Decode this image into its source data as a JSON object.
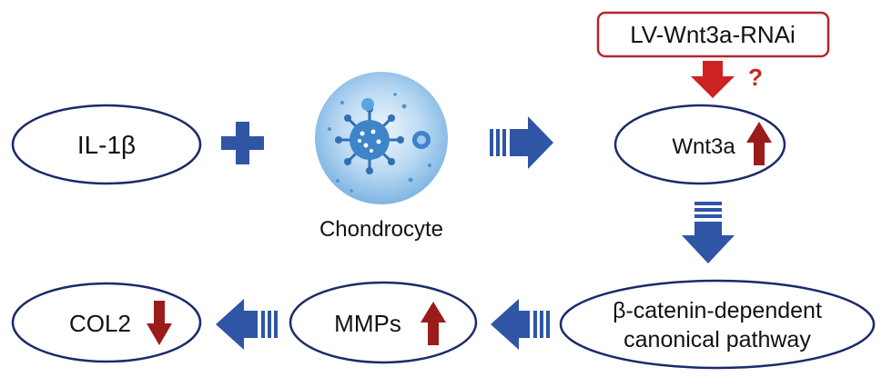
{
  "nodes": {
    "il1b": "IL-1β",
    "chondrocyte": "Chondrocyte",
    "wnt3a": "Wnt3a",
    "rnai": "LV-Wnt3a-RNAi",
    "question": "?",
    "pathway_line1": "β-catenin-dependent",
    "pathway_line2": "canonical pathway",
    "mmps": "MMPs",
    "col2": "COL2"
  },
  "colors": {
    "ellipse_stroke": "#1b2a6b",
    "arrow_blue": "#2f55a4",
    "inhibit_red": "#cc2222",
    "up_down_arrow": "#9b1b1b",
    "rnai_border": "#b3262b",
    "cell_blue": "#5b9bd8"
  },
  "icons": {
    "plus": "plus-icon",
    "cell": "chondrocyte-cell-icon",
    "up": "up-arrow-icon",
    "down": "down-arrow-icon"
  }
}
